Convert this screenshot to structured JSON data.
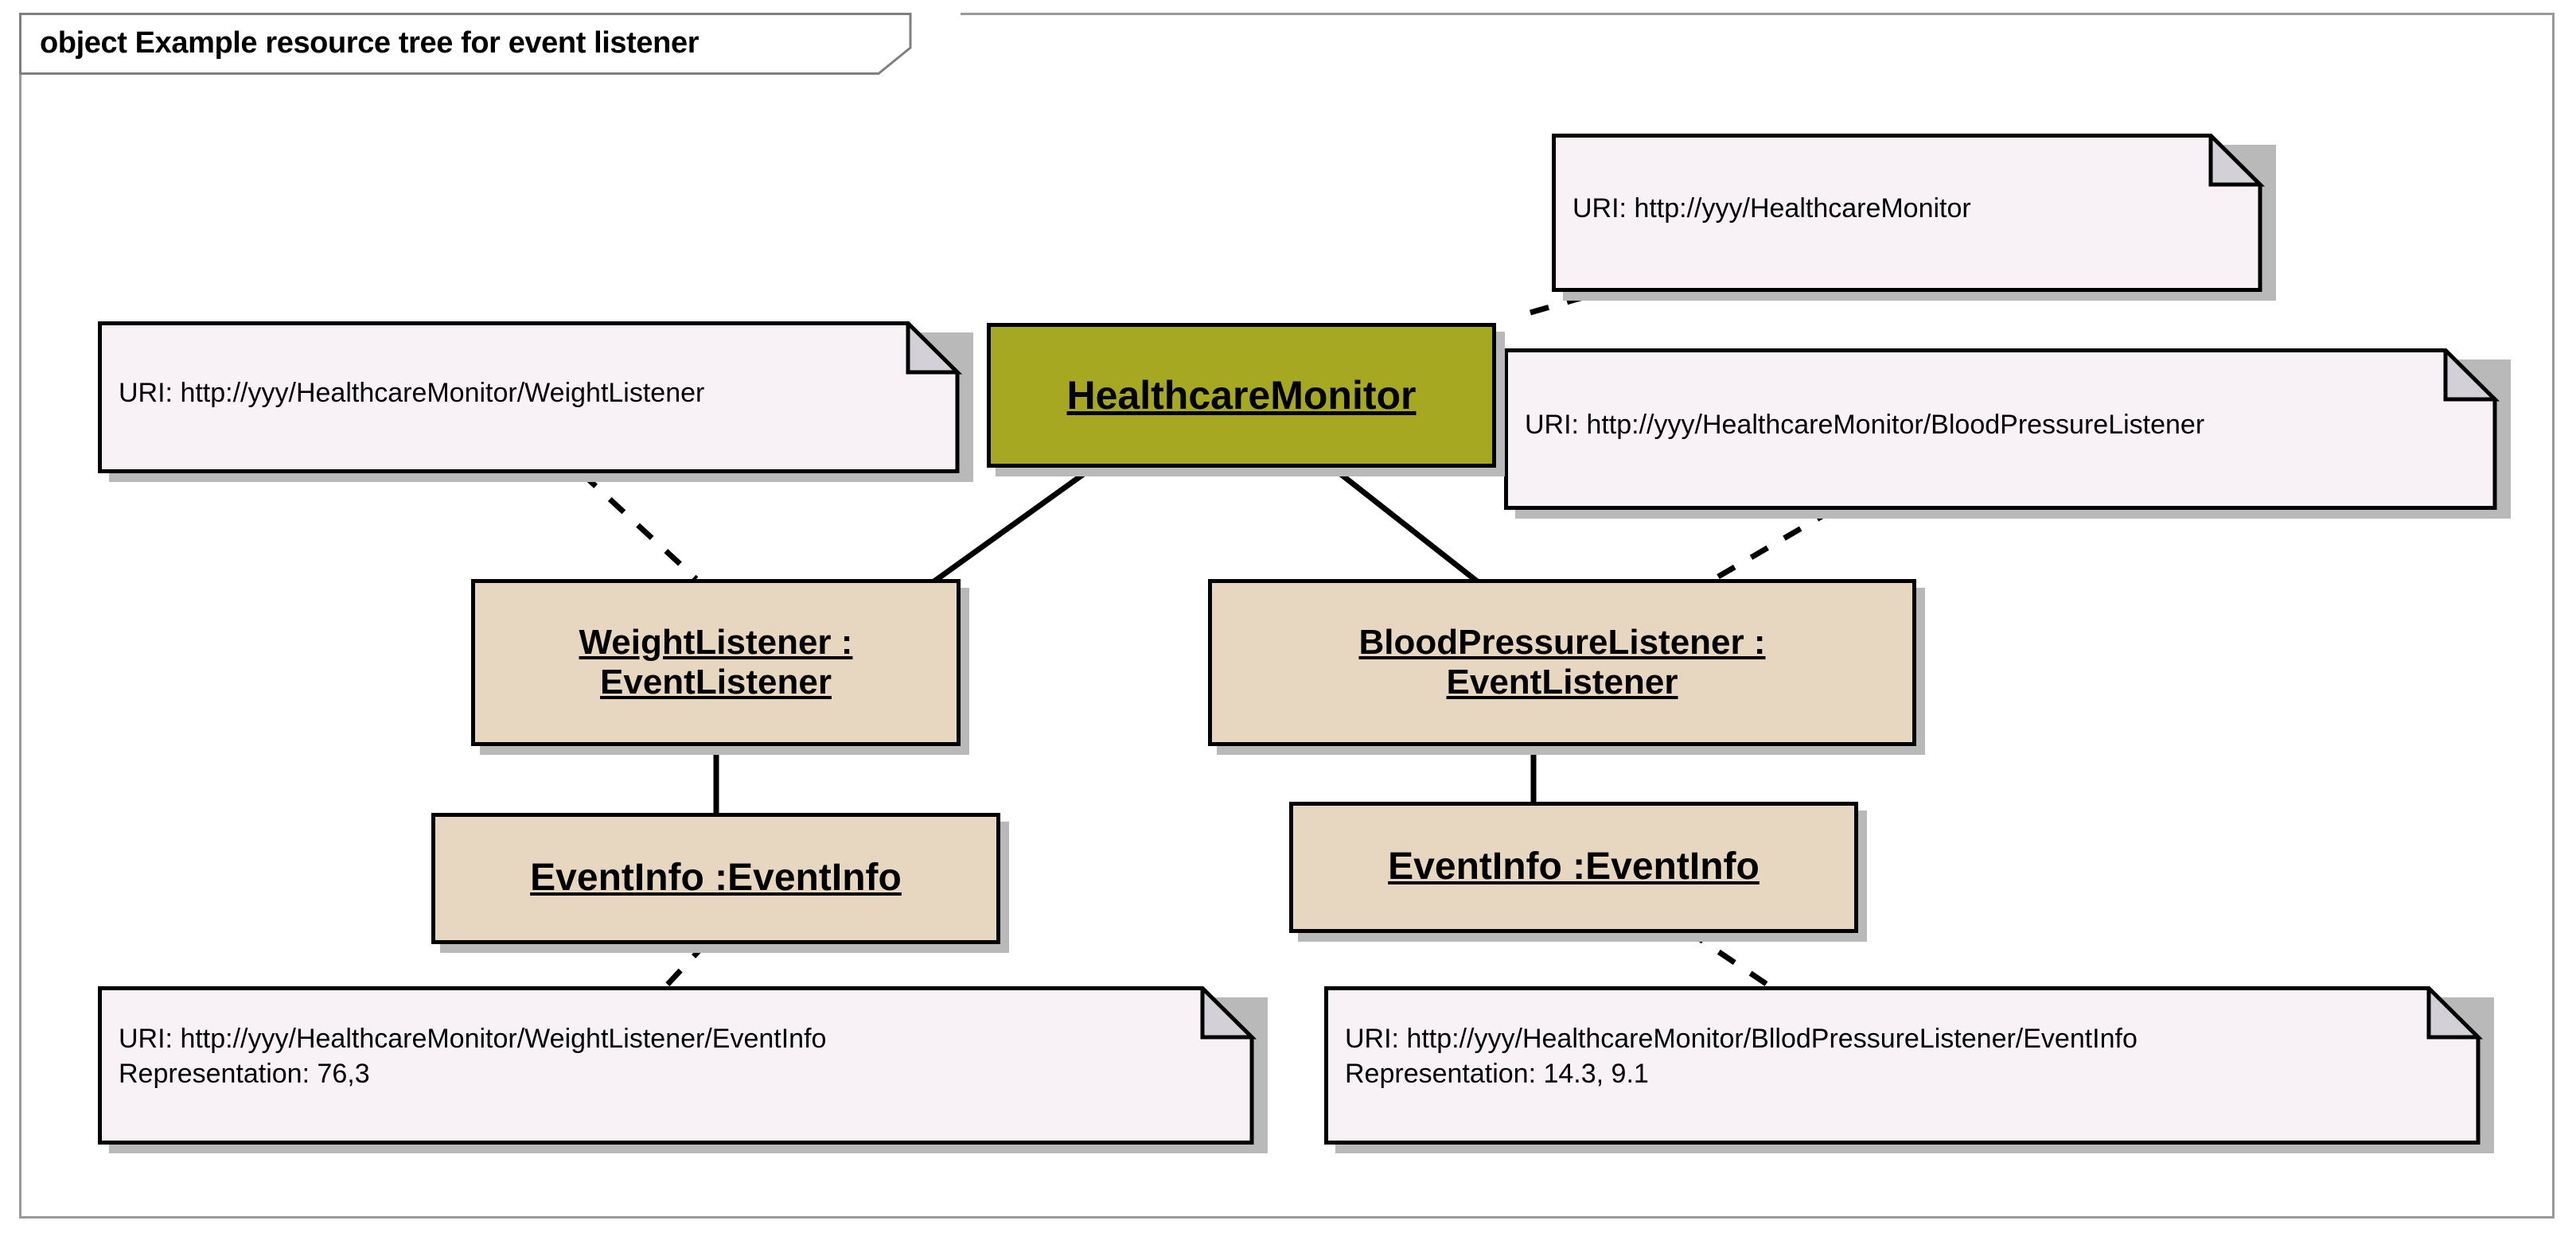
{
  "frame": {
    "title": "object Example resource tree for event listener",
    "kind": "object"
  },
  "colors": {
    "root_fill": "#a6a822",
    "object_fill": "#e8d7c0",
    "note_fill": "#f8f2f7",
    "note_fold": "#d4d0d8",
    "border": "#000000",
    "shadow": "#b9b9b9",
    "frame_border": "#9a9a9a"
  },
  "nodes": {
    "root": {
      "label": "HealthcareMonitor"
    },
    "weight_listener": {
      "label": "WeightListener :\nEventListener"
    },
    "blood_pressure_listener": {
      "label": "BloodPressureListener :\nEventListener"
    },
    "weight_event_info": {
      "label": "EventInfo :EventInfo"
    },
    "blood_pressure_event_info": {
      "label": "EventInfo :EventInfo"
    }
  },
  "notes": {
    "root_uri": {
      "text": "URI: http://yyy/HealthcareMonitor"
    },
    "weight_listener_uri": {
      "text": "URI: http://yyy/HealthcareMonitor/WeightListener"
    },
    "blood_pressure_listener_uri": {
      "text": "URI: http://yyy/HealthcareMonitor/BloodPressureListener"
    },
    "weight_event_info_detail": {
      "text": "URI: http://yyy/HealthcareMonitor/WeightListener/EventInfo\nRepresentation: 76,3"
    },
    "blood_pressure_event_info_detail": {
      "text": "URI: http://yyy/HealthcareMonitor/BllodPressureListener/EventInfo\nRepresentation: 14.3, 9.1"
    }
  }
}
